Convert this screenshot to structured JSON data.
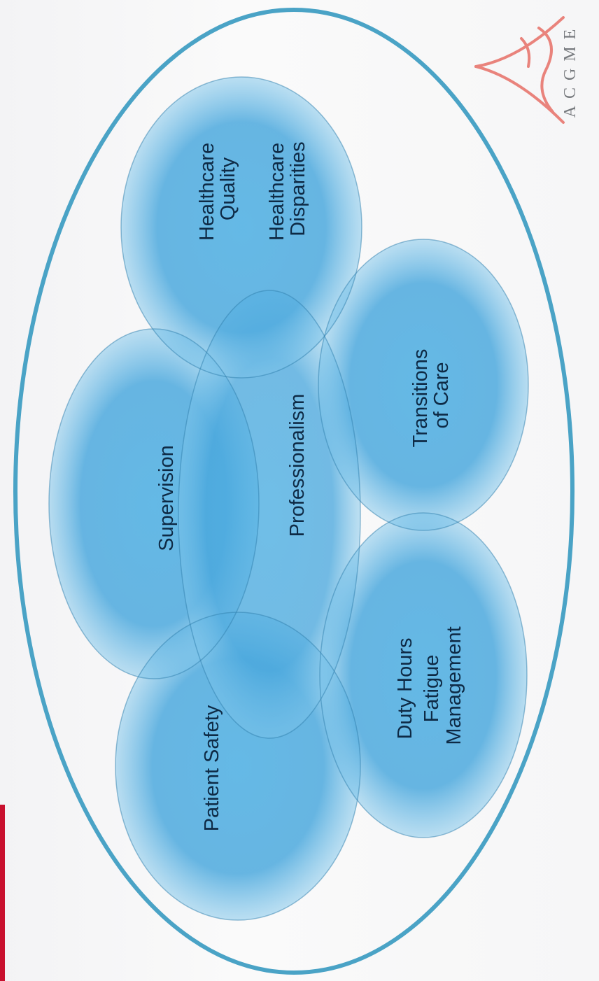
{
  "diagram": {
    "circles": [
      {
        "name": "patient-safety",
        "lines": [
          "Patient Safety"
        ]
      },
      {
        "name": "supervision",
        "lines": [
          "Supervision"
        ]
      },
      {
        "name": "professionalism",
        "lines": [
          "Professionalism"
        ]
      },
      {
        "name": "healthcare",
        "lines": [
          "Healthcare",
          "Quality",
          "Healthcare",
          "Disparities"
        ]
      },
      {
        "name": "transitions-of-care",
        "lines": [
          "Transitions",
          "of Care"
        ]
      },
      {
        "name": "duty-hours",
        "lines": [
          "Duty Hours",
          "Fatigue",
          "Management"
        ]
      }
    ]
  },
  "logo": {
    "text": "ACGME",
    "colors": {
      "mark": "#e8776f",
      "text": "#777a7e"
    }
  },
  "colors": {
    "circle": "#49a7de",
    "outline": "#4aa3c6",
    "accent": "#c8102e"
  }
}
